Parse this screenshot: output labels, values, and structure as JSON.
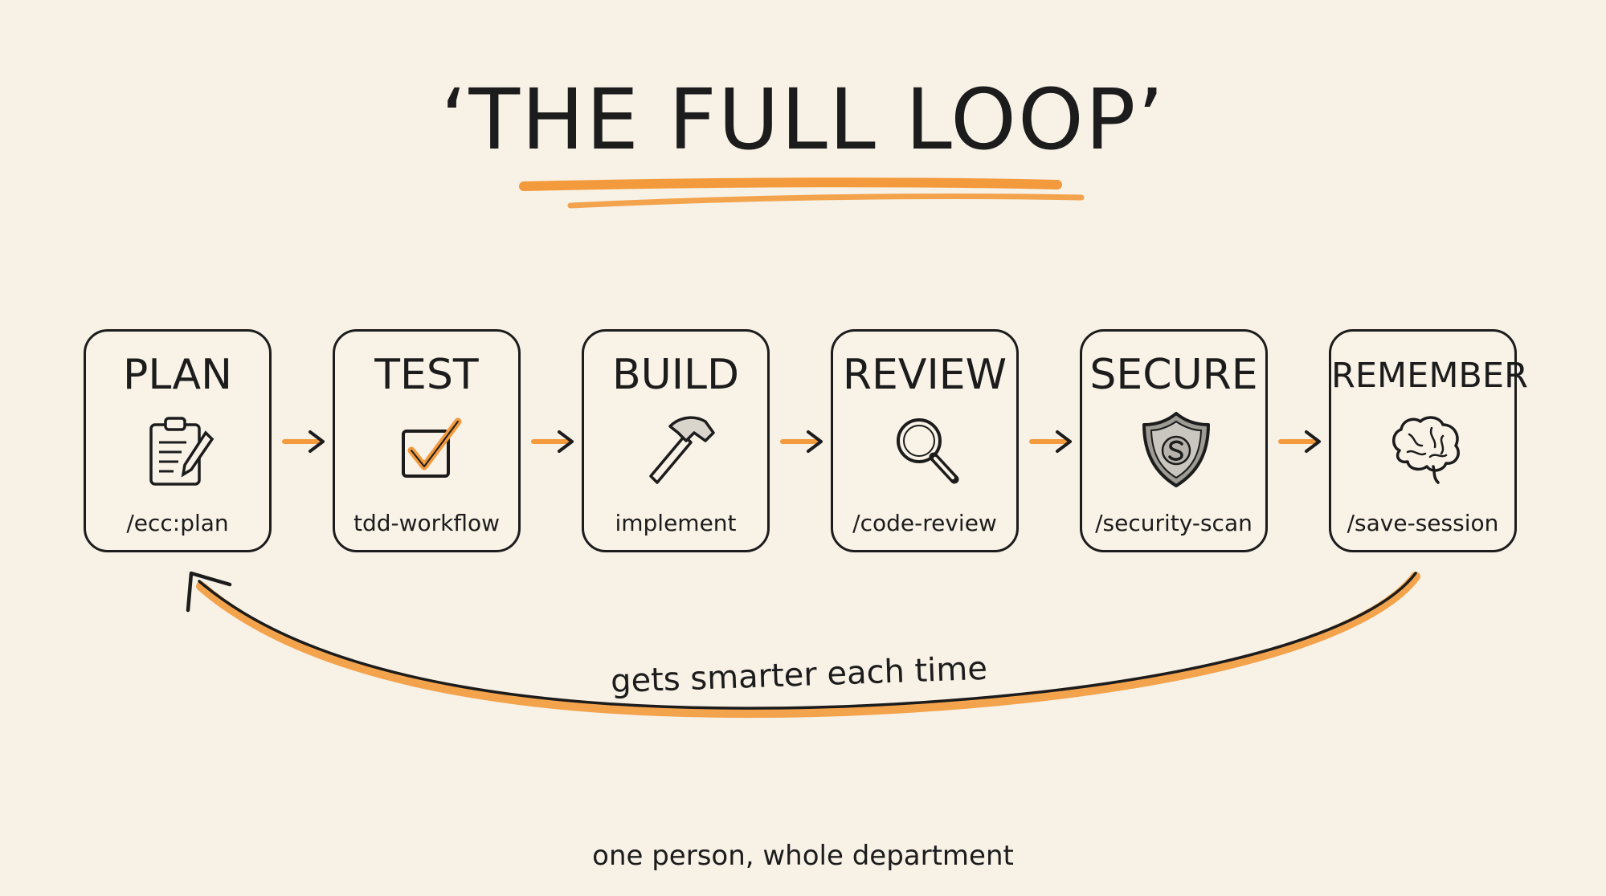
{
  "title": "‘THE FULL LOOP’",
  "accent_color": "#f39a3c",
  "steps": [
    {
      "label": "PLAN",
      "command": "/ecc:plan",
      "icon": "clipboard-icon"
    },
    {
      "label": "TEST",
      "command": "tdd-workflow",
      "icon": "checkbox-icon"
    },
    {
      "label": "BUILD",
      "command": "implement",
      "icon": "hammer-icon"
    },
    {
      "label": "REVIEW",
      "command": "/code-review",
      "icon": "magnifier-icon"
    },
    {
      "label": "SECURE",
      "command": "/security-scan",
      "icon": "shield-icon"
    },
    {
      "label": "REMEMBER",
      "command": "/save-session",
      "icon": "brain-icon"
    }
  ],
  "loop_label": "gets smarter each time",
  "footer": "one person, whole department"
}
